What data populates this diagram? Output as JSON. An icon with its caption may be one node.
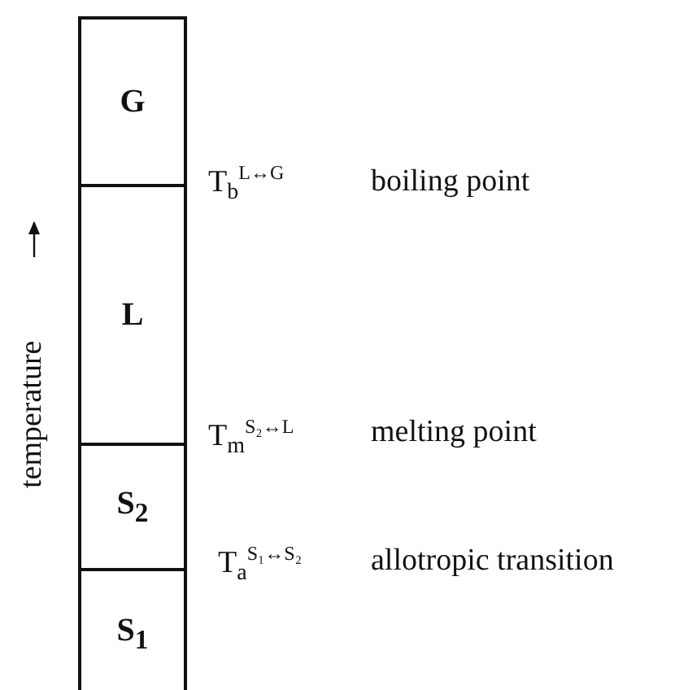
{
  "diagram": {
    "nodes": [
      {
        "text": [
          "G"
        ]
      },
      {
        "text": [
          "L"
        ]
      },
      {
        "text": [
          "S$_{2}$"
        ]
      },
      {
        "text": [
          "S$_{1}$"
        ]
      }
    ],
    "edges": [],
    "labels": [
      "T$_{b}$$^{L↔G}$",
      "boiling point",
      "temperature",
      "T$_{m}$$^{S₂↔L}$",
      "melting point",
      "T$_{a}$$^{S₁↔S₂}$",
      "allotropic transition"
    ]
  }
}
